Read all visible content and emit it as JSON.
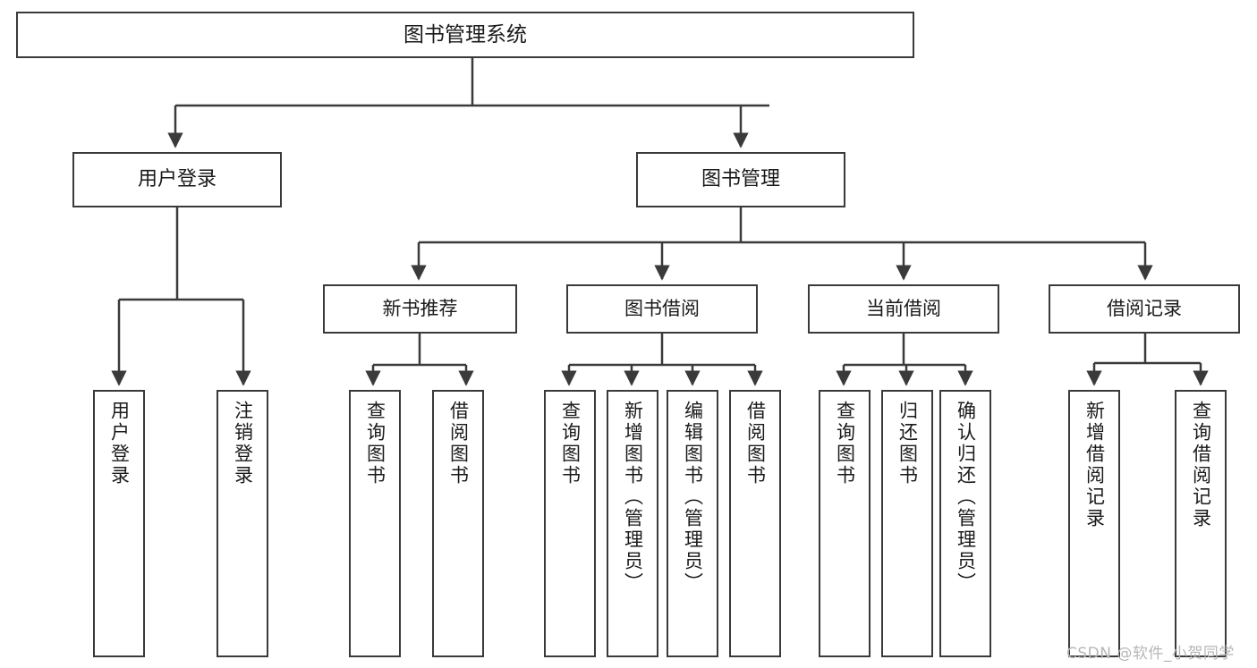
{
  "diagram": {
    "title": "图书管理系统",
    "type": "tree-hierarchy",
    "root": {
      "label": "图书管理系统"
    },
    "level2": [
      {
        "label": "用户登录"
      },
      {
        "label": "图书管理"
      }
    ],
    "level3": [
      {
        "label": "新书推荐"
      },
      {
        "label": "图书借阅"
      },
      {
        "label": "当前借阅"
      },
      {
        "label": "借阅记录"
      }
    ],
    "leaves": {
      "user_login": [
        {
          "label": "用户登录"
        },
        {
          "label": "注销登录"
        }
      ],
      "new_book_recommend": [
        {
          "label": "查询图书"
        },
        {
          "label": "借阅图书"
        }
      ],
      "book_borrow": [
        {
          "label": "查询图书"
        },
        {
          "label": "新增图书（管理员）"
        },
        {
          "label": "编辑图书（管理员）"
        },
        {
          "label": "借阅图书"
        }
      ],
      "current_borrow": [
        {
          "label": "查询图书"
        },
        {
          "label": "归还图书"
        },
        {
          "label": "确认归还（管理员）"
        }
      ],
      "borrow_record": [
        {
          "label": "新增借阅记录"
        },
        {
          "label": "查询借阅记录"
        }
      ]
    }
  },
  "watermark": {
    "text": "CSDN @软件_小贺同学"
  },
  "colors": {
    "stroke": "#3a3a3a",
    "fill": "#ffffff",
    "text": "#1a1a1a",
    "watermark": "#b6b6b6"
  }
}
